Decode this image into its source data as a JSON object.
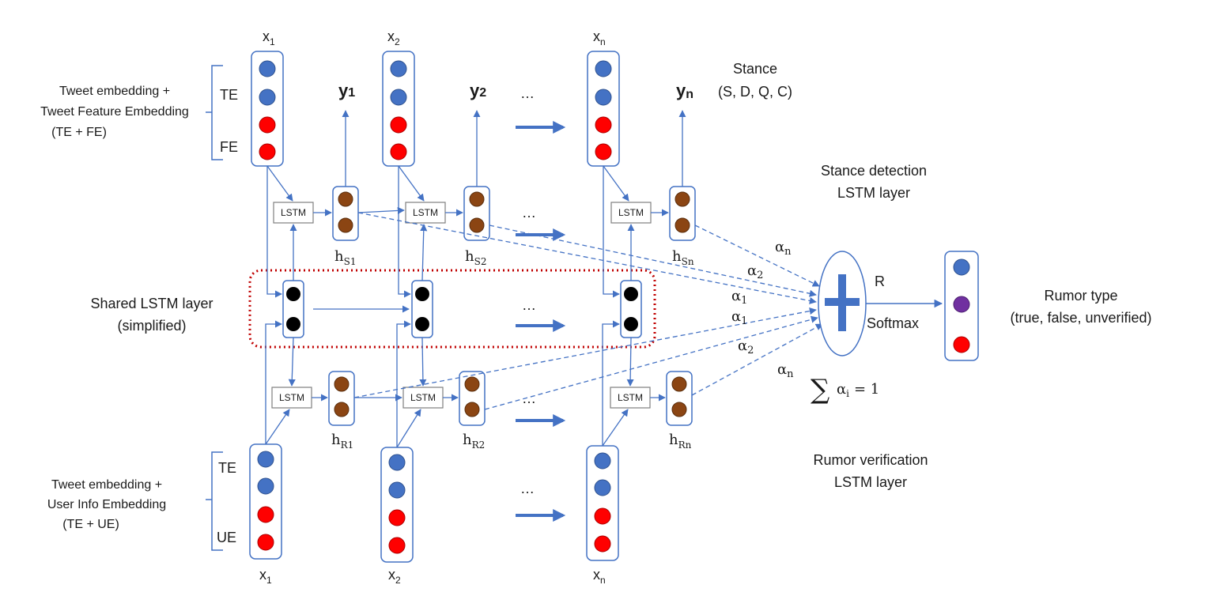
{
  "colors": {
    "arrow": "#4472c4",
    "blue_unit": "#4472c4",
    "red_unit": "#ff0000",
    "brown_unit": "#8b4513",
    "black_unit": "#000000",
    "purple_unit": "#7030a0",
    "shared_box": "#c00000"
  },
  "top_input": {
    "label_line1": "Tweet embedding +",
    "label_line2": "Tweet Feature Embedding",
    "label_line3": "(TE + FE)",
    "te": "TE",
    "fe": "FE",
    "x1": "x",
    "x1_sub": "1",
    "x2": "x",
    "x2_sub": "2",
    "xn": "x",
    "xn_sub": "n"
  },
  "outputs": {
    "y1": "y",
    "y1_sub": "1",
    "y2": "y",
    "y2_sub": "2",
    "yn": "y",
    "yn_sub": "n",
    "ellipsis": "…"
  },
  "stance": {
    "title": "Stance",
    "classes": "(S, D, Q, C)",
    "layer_line1": "Stance detection",
    "layer_line2": "LSTM layer"
  },
  "lstm": {
    "label": "LSTM"
  },
  "stance_hidden": {
    "h": "h",
    "s1": "S1",
    "s2": "S2",
    "sn": "Sn"
  },
  "shared": {
    "line1": "Shared LSTM layer",
    "line2": "(simplified)"
  },
  "rumor_hidden": {
    "h": "h",
    "r1": "R1",
    "r2": "R2",
    "rn": "Rn"
  },
  "bottom_input": {
    "label_line1": "Tweet embedding +",
    "label_line2": "User Info Embedding",
    "label_line3": "(TE + UE)",
    "te": "TE",
    "ue": "UE",
    "x1": "x",
    "x1_sub": "1",
    "x2": "x",
    "x2_sub": "2",
    "xn": "x",
    "xn_sub": "n"
  },
  "attention": {
    "alpha": "α",
    "n": "n",
    "two": "2",
    "one": "1",
    "r": "R",
    "sum_symbol": "∑",
    "sum_alpha": "α",
    "sum_i": "i",
    "sum_eq": "= 1",
    "softmax": "Softmax"
  },
  "rumor": {
    "title": "Rumor type",
    "classes": "(true, false, unverified)",
    "layer_line1": "Rumor verification",
    "layer_line2": "LSTM layer"
  }
}
